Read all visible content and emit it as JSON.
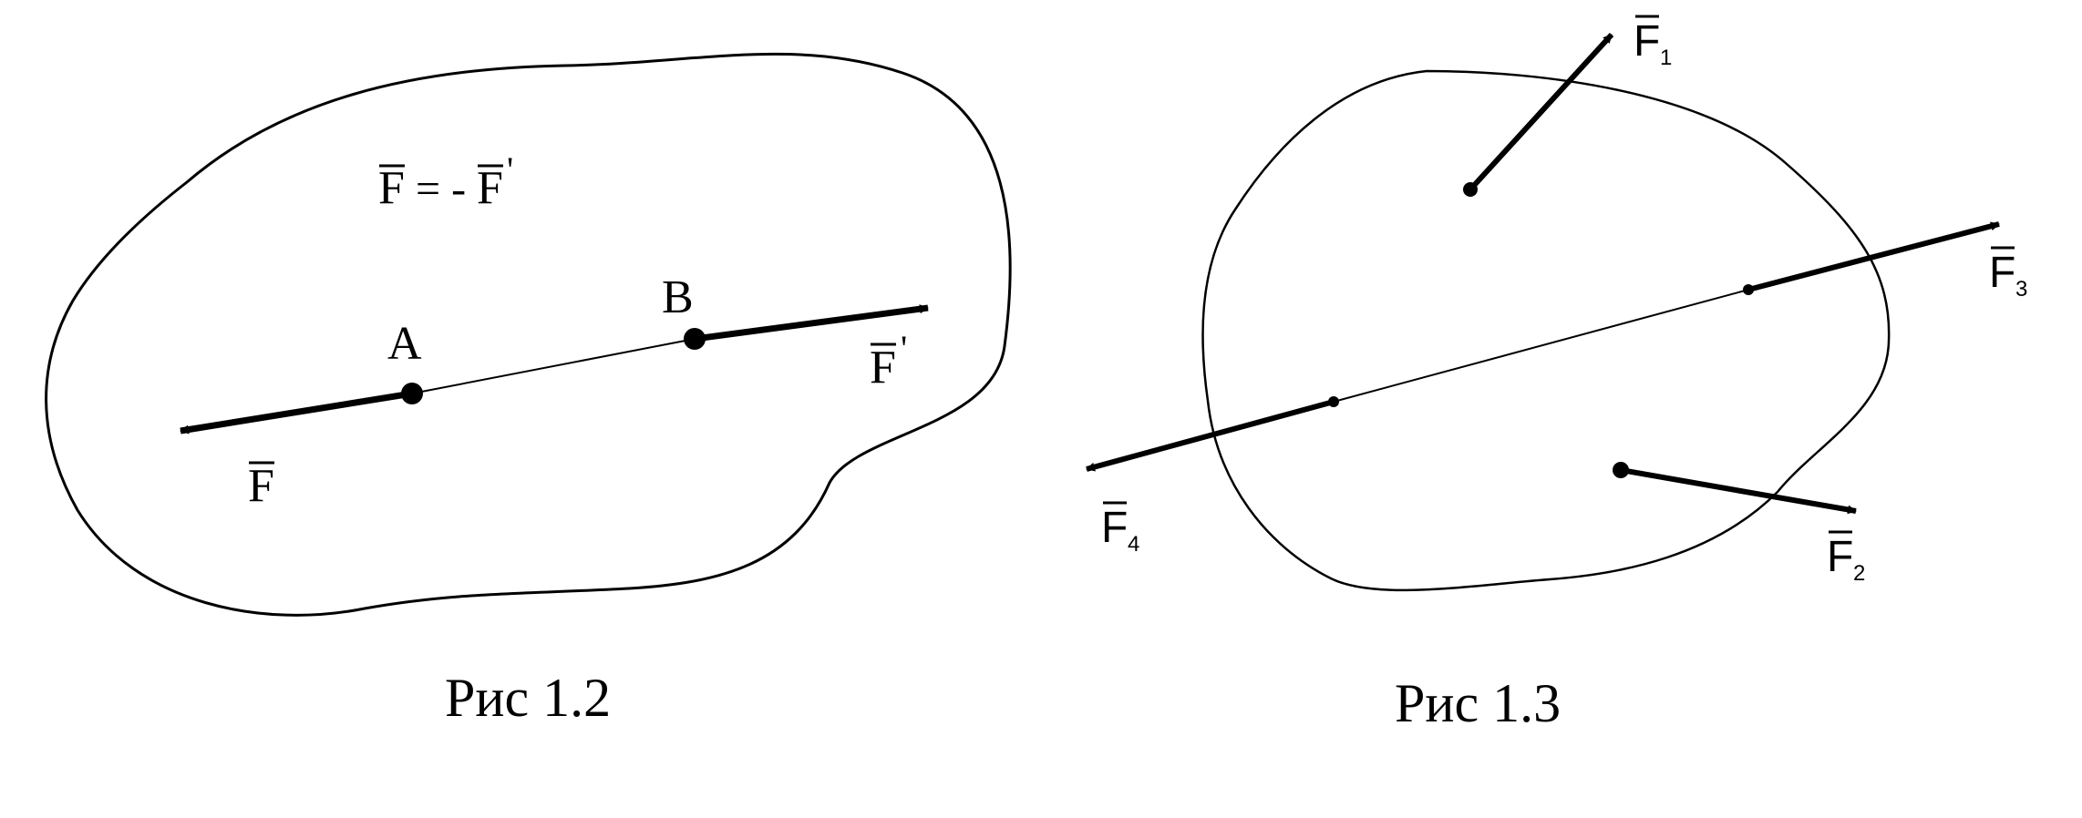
{
  "figure_1_2": {
    "caption": "Рис 1.2",
    "equation": {
      "lhs": "F",
      "operator": "= -",
      "rhs": "F",
      "rhs_prime": "'"
    },
    "point_a": "A",
    "point_b": "B",
    "force_left": {
      "symbol": "F"
    },
    "force_right": {
      "symbol": "F",
      "prime": "'"
    }
  },
  "figure_1_3": {
    "caption": "Рис 1.3",
    "forces": [
      {
        "symbol": "F",
        "subscript": "1"
      },
      {
        "symbol": "F",
        "subscript": "2"
      },
      {
        "symbol": "F",
        "subscript": "3"
      },
      {
        "symbol": "F",
        "subscript": "4"
      }
    ]
  },
  "colors": {
    "ink": "#000000",
    "background": "#ffffff"
  }
}
